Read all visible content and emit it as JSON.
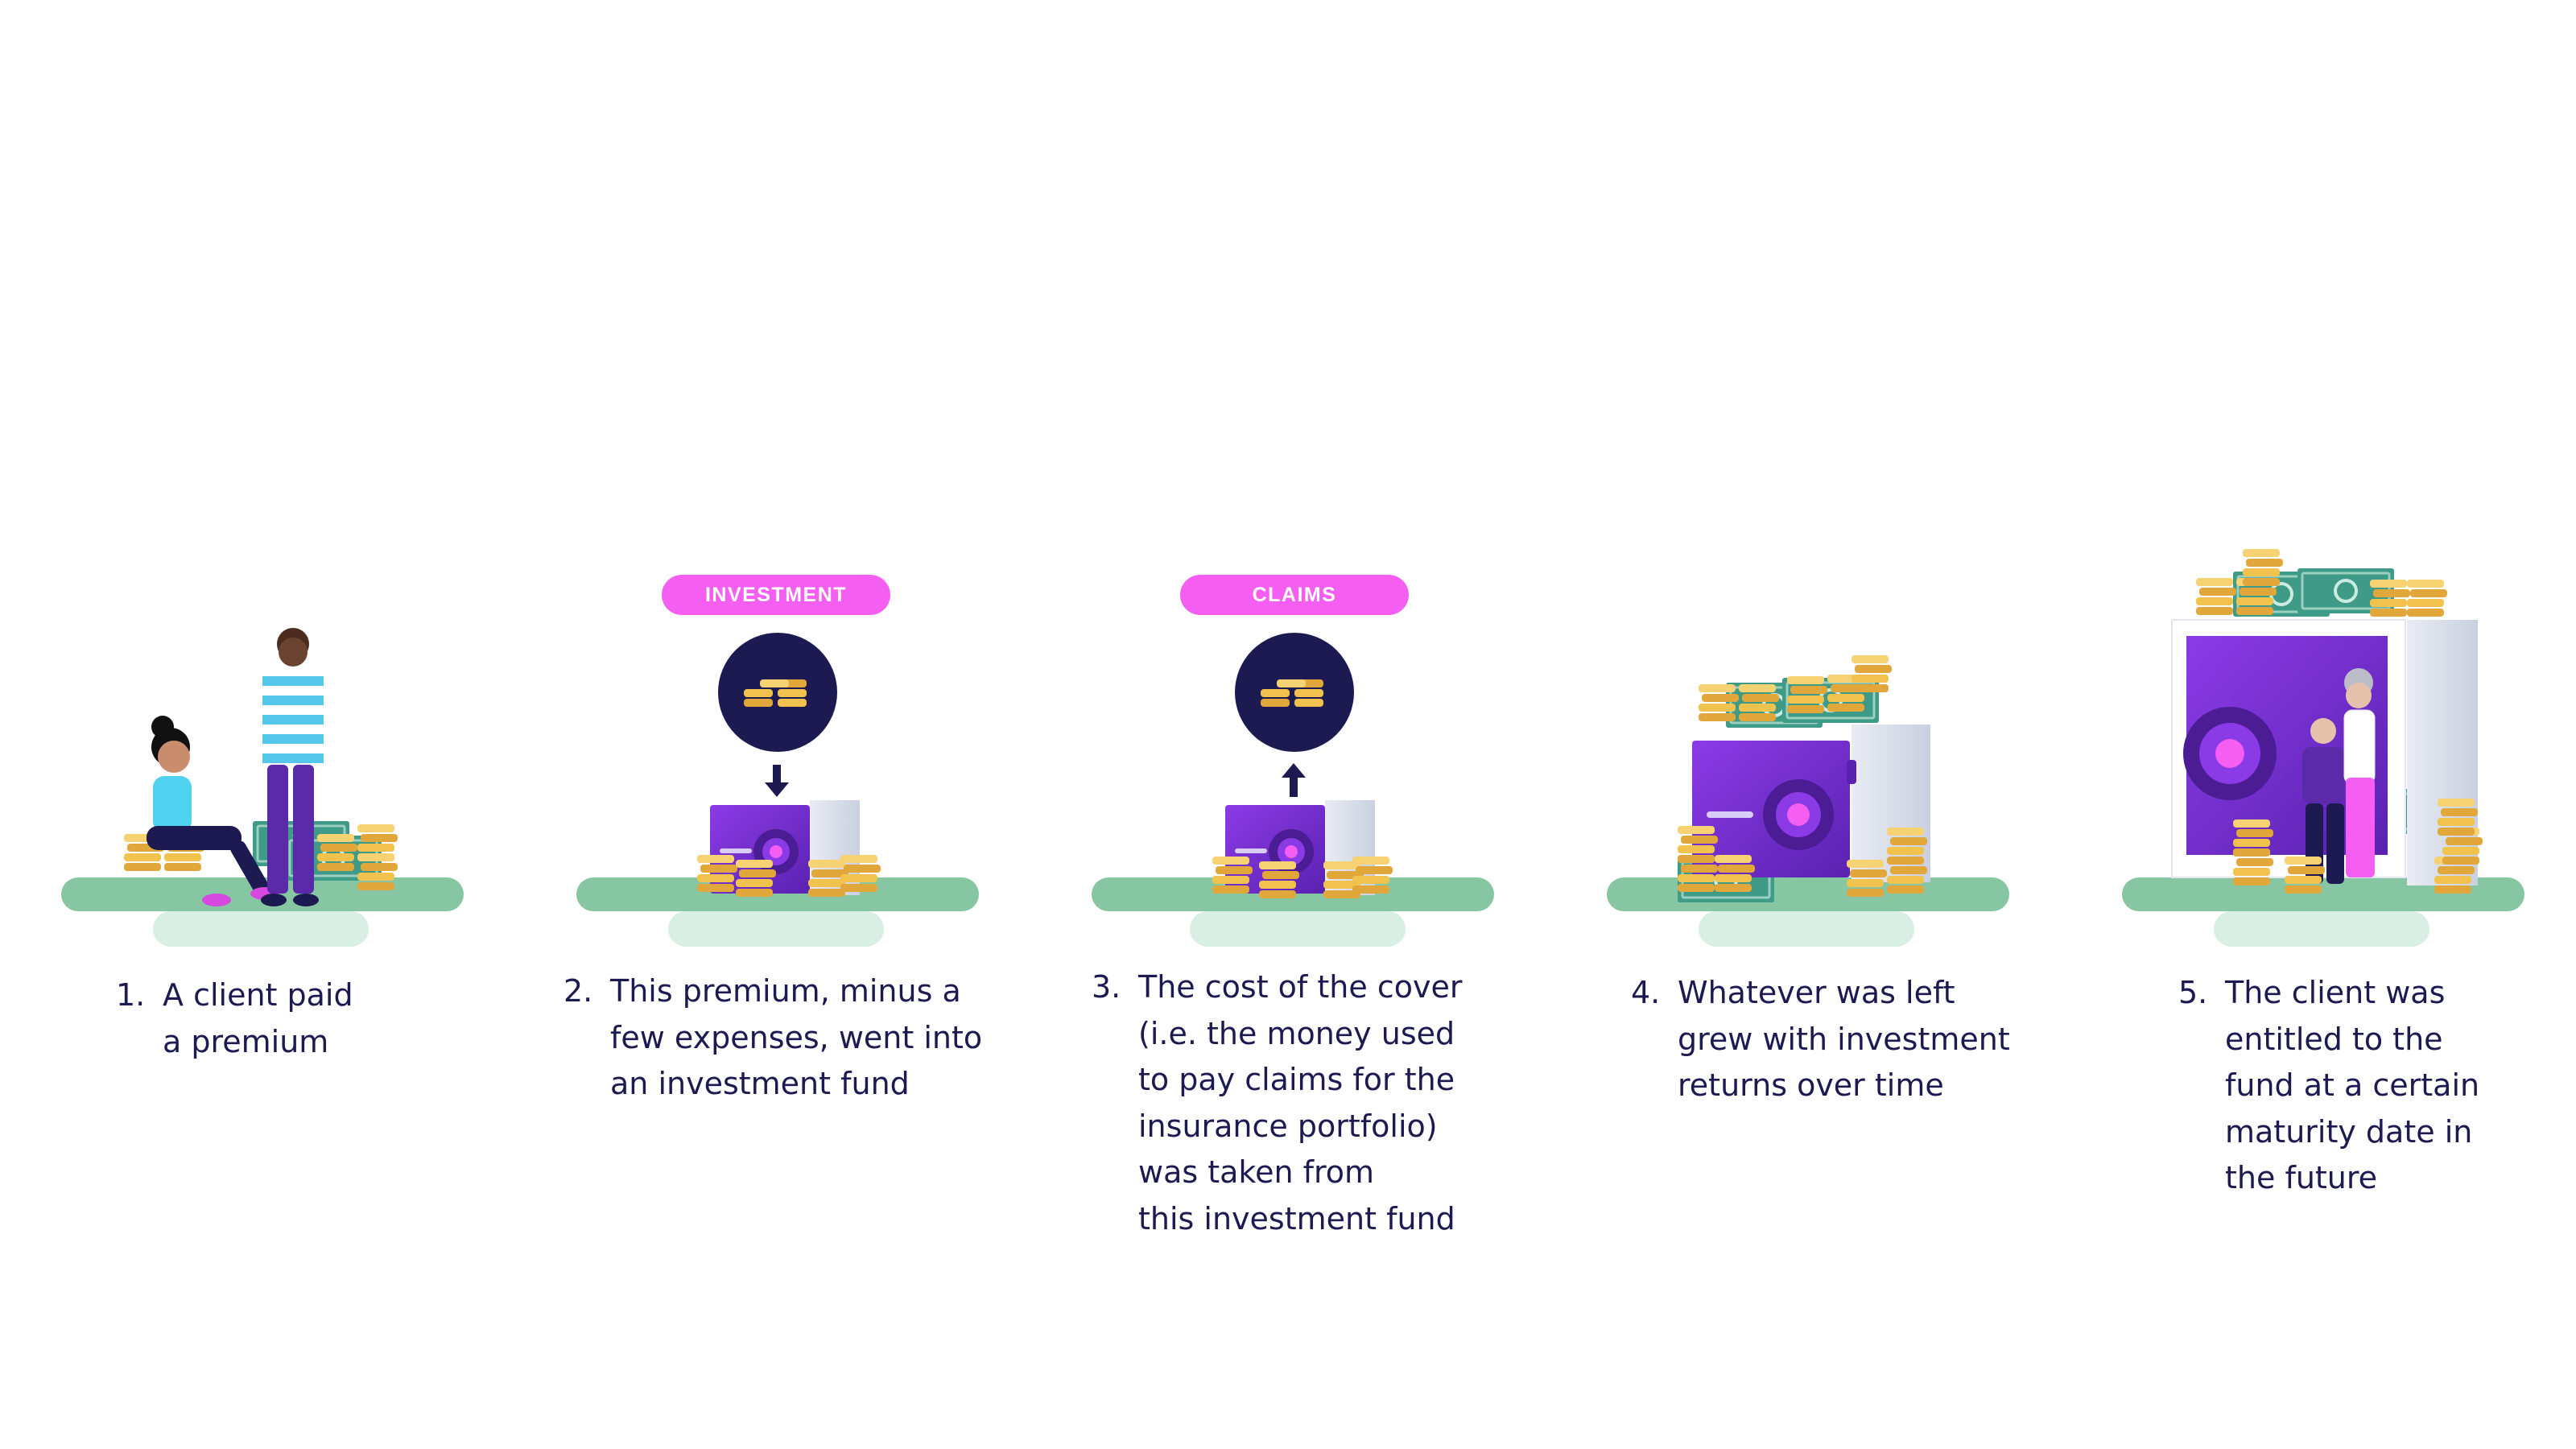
{
  "steps": [
    {
      "number": "1.",
      "text": "A client paid\na premium"
    },
    {
      "number": "2.",
      "text": "This premium, minus a\nfew expenses, went into\nan investment fund",
      "badge": "INVESTMENT",
      "arrow": "down-arrow-icon"
    },
    {
      "number": "3.",
      "text": "The cost of the cover\n(i.e. the money used\nto pay claims for the\ninsurance portfolio)\nwas taken from\nthis investment fund",
      "badge": "CLAIMS",
      "arrow": "up-arrow-icon"
    },
    {
      "number": "4.",
      "text": "Whatever was left\ngrew with investment\nreturns over time"
    },
    {
      "number": "5.",
      "text": "The client was\nentitled to the\nfund at a certain\nmaturity date in\nthe future"
    }
  ],
  "colors": {
    "ground": "#86c6a2",
    "shadow": "#d9efe4",
    "badge": "#f45ff2",
    "navy": "#1d1a52",
    "safe": "#7a2fd6",
    "coin": "#f2c24e",
    "banknote": "#3f9a88"
  }
}
